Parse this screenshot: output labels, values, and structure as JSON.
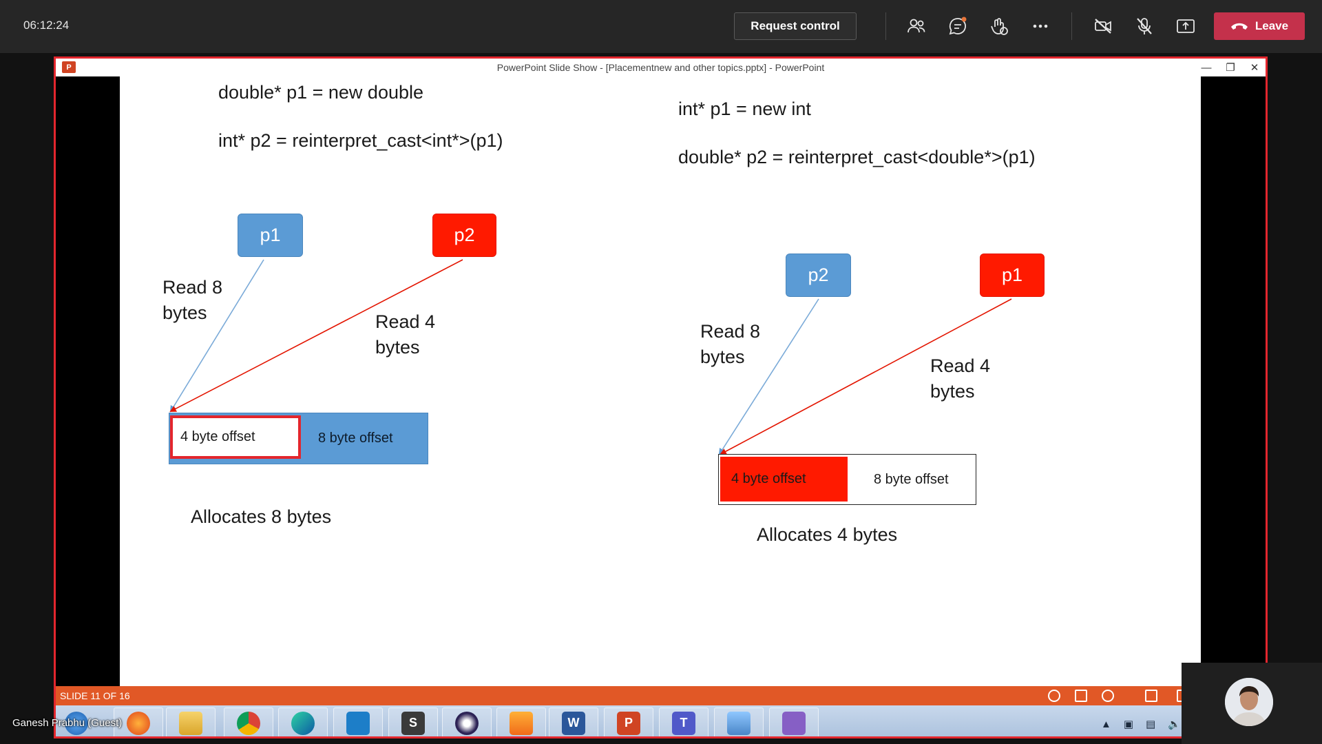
{
  "meeting": {
    "clock": "06:12:24",
    "request_control_label": "Request control",
    "leave_label": "Leave",
    "presenter_name": "Ganesh Prabhu (Guest)",
    "icons": [
      "people-icon",
      "chat-icon",
      "reactions-icon",
      "more-options-icon",
      "camera-off-icon",
      "mic-off-icon",
      "share-icon",
      "phone-hangup-icon"
    ],
    "leave_color": "#c4314b"
  },
  "ppt_window": {
    "title": "PowerPoint Slide Show  -  [Placementnew and other topics.pptx] - PowerPoint",
    "logo_text": "P",
    "slide_counter": "SLIDE 11 OF 16",
    "status_color": "#e15826",
    "border_color": "#e3262d"
  },
  "slide": {
    "left": {
      "line1": "double* p1 = new double",
      "line2": "int* p2 = reinterpret_cast<int*>(p1)",
      "box_p1": "p1",
      "box_p2": "p2",
      "read8": [
        "Read 8",
        "bytes"
      ],
      "read4": [
        "Read 4",
        "bytes"
      ],
      "cell1": "4 byte offset",
      "cell2": "8 byte offset",
      "caption": "Allocates 8 bytes"
    },
    "right": {
      "line1": "int* p1 = new int",
      "line2": "double* p2 = reinterpret_cast<double*>(p1)",
      "box_p2": "p2",
      "box_p1": "p1",
      "read8": [
        "Read 8",
        "bytes"
      ],
      "read4": [
        "Read 4",
        "bytes"
      ],
      "cell1": "4 byte offset",
      "cell2": "8 byte offset",
      "caption": "Allocates 4 bytes"
    },
    "colors": {
      "blue": "#5b9bd5",
      "red": "#ff1a00"
    }
  },
  "taskbar": {
    "apps": [
      {
        "name": "start-orb-icon",
        "glyph": ""
      },
      {
        "name": "firefox-icon",
        "glyph": ""
      },
      {
        "name": "file-explorer-icon",
        "glyph": ""
      },
      {
        "name": "chrome-icon",
        "glyph": ""
      },
      {
        "name": "edge-icon",
        "glyph": ""
      },
      {
        "name": "vscode-icon",
        "glyph": ""
      },
      {
        "name": "sublime-text-icon",
        "glyph": "S"
      },
      {
        "name": "eclipse-icon",
        "glyph": ""
      },
      {
        "name": "media-player-icon",
        "glyph": ""
      },
      {
        "name": "word-icon",
        "glyph": "W"
      },
      {
        "name": "powerpoint-icon",
        "glyph": "P"
      },
      {
        "name": "teams-icon",
        "glyph": "T"
      },
      {
        "name": "notepad-icon",
        "glyph": ""
      },
      {
        "name": "visual-studio-icon",
        "glyph": ""
      }
    ]
  }
}
